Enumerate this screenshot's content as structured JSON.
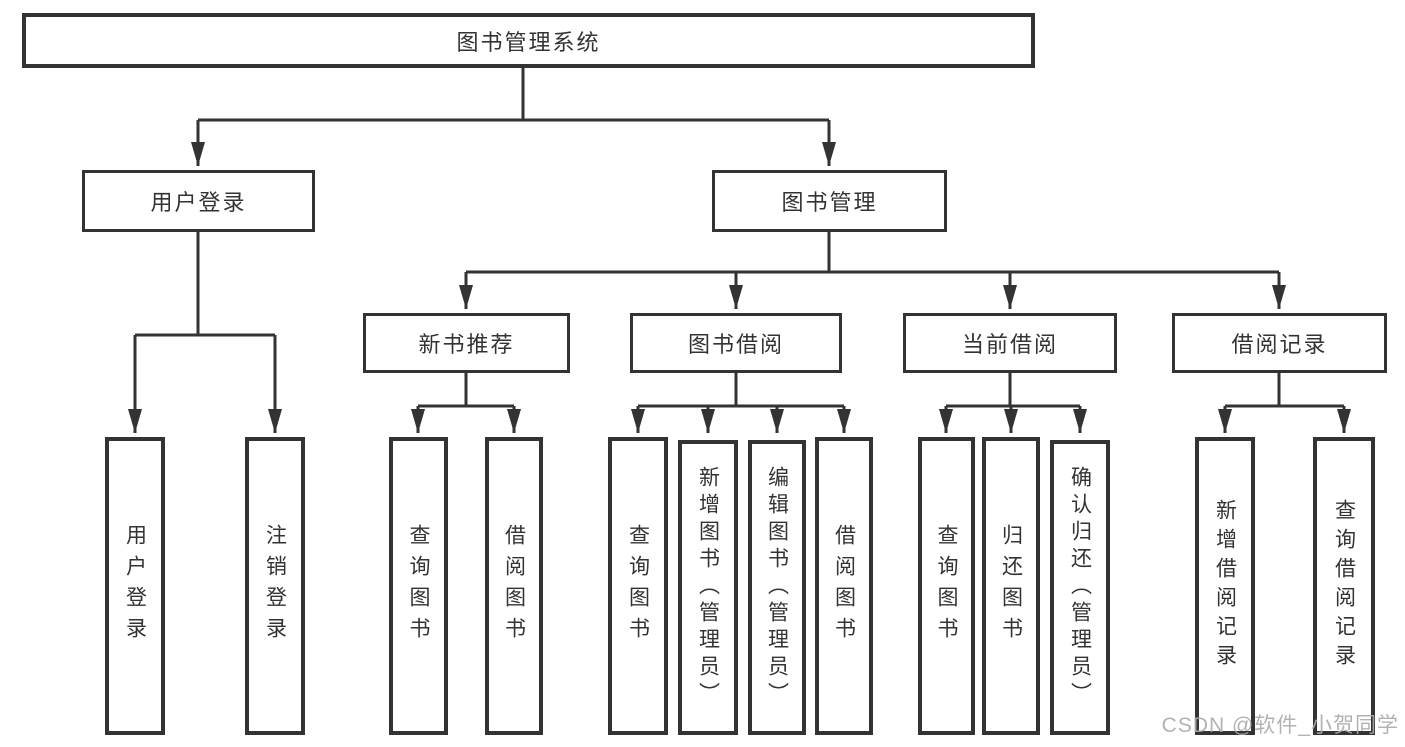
{
  "diagram": {
    "type": "hierarchy-tree",
    "colors": {
      "line": "#333333",
      "box_border": "#333333",
      "box_fill": "#ffffff",
      "text": "#333333",
      "watermark": "#aaaaaa",
      "background": "#ffffff"
    },
    "nodes": {
      "root": {
        "label": "图书管理系统"
      },
      "user_login": {
        "label": "用户登录"
      },
      "book_management": {
        "label": "图书管理"
      },
      "new_book_recommend": {
        "label": "新书推荐"
      },
      "book_borrow": {
        "label": "图书借阅"
      },
      "current_borrow": {
        "label": "当前借阅"
      },
      "borrow_records": {
        "label": "借阅记录"
      },
      "leaf_user_login": {
        "label": "用户登录"
      },
      "leaf_logout": {
        "label": "注销登录"
      },
      "rec_query_books": {
        "label": "查询图书"
      },
      "rec_borrow_books": {
        "label": "借阅图书"
      },
      "bb_query_books": {
        "label": "查询图书"
      },
      "bb_add_books": {
        "label": "新增图书（管理员）"
      },
      "bb_edit_books": {
        "label": "编辑图书（管理员）"
      },
      "bb_borrow_books": {
        "label": "借阅图书"
      },
      "cb_query_books": {
        "label": "查询图书"
      },
      "cb_return_books": {
        "label": "归还图书"
      },
      "cb_confirm_return": {
        "label": "确认归还（管理员）"
      },
      "br_add_record": {
        "label": "新增借阅记录"
      },
      "br_query_record": {
        "label": "查询借阅记录"
      }
    },
    "structure": {
      "图书管理系统": {
        "用户登录": [
          "用户登录",
          "注销登录"
        ],
        "图书管理": {
          "新书推荐": [
            "查询图书",
            "借阅图书"
          ],
          "图书借阅": [
            "查询图书",
            "新增图书（管理员）",
            "编辑图书（管理员）",
            "借阅图书"
          ],
          "当前借阅": [
            "查询图书",
            "归还图书",
            "确认归还（管理员）"
          ],
          "借阅记录": [
            "新增借阅记录",
            "查询借阅记录"
          ]
        }
      }
    },
    "watermark": "CSDN @软件_小贺同学"
  }
}
